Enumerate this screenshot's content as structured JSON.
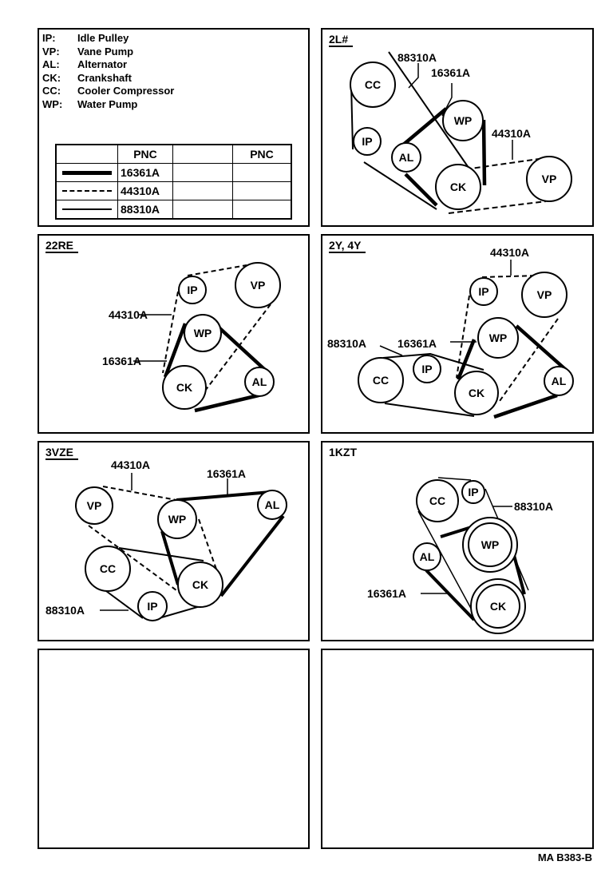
{
  "legend": {
    "abbreviations": [
      {
        "code": "IP:",
        "name": "Idle Pulley"
      },
      {
        "code": "VP:",
        "name": "Vane Pump"
      },
      {
        "code": "AL:",
        "name": "Alternator"
      },
      {
        "code": "CK:",
        "name": "Crankshaft"
      },
      {
        "code": "CC:",
        "name": "Cooler Compressor"
      },
      {
        "code": "WP:",
        "name": "Water Pump"
      }
    ],
    "table": {
      "headers": [
        "",
        "PNC",
        "",
        "PNC"
      ],
      "rows": [
        {
          "line_style": "heavy-solid",
          "pnc": "16361A",
          "col3": "",
          "col4": ""
        },
        {
          "line_style": "dashed",
          "pnc": "44310A",
          "col3": "",
          "col4": ""
        },
        {
          "line_style": "thin-solid",
          "pnc": "88310A",
          "col3": "",
          "col4": ""
        }
      ]
    }
  },
  "panels": {
    "p2l": {
      "title": "2L#",
      "labels": {
        "cc": "CC",
        "ip": "IP",
        "al": "AL",
        "wp": "WP",
        "ck": "CK",
        "vp": "VP"
      },
      "callouts": {
        "a": "88310A",
        "b": "16361A",
        "c": "44310A"
      }
    },
    "p22re": {
      "title": "22RE",
      "labels": {
        "ip": "IP",
        "vp": "VP",
        "wp": "WP",
        "ck": "CK",
        "al": "AL"
      },
      "callouts": {
        "a": "44310A",
        "b": "16361A"
      }
    },
    "p2y4y": {
      "title": "2Y, 4Y",
      "labels": {
        "ip1": "IP",
        "vp": "VP",
        "wp": "WP",
        "cc": "CC",
        "ip2": "IP",
        "ck": "CK",
        "al": "AL"
      },
      "callouts": {
        "a": "44310A",
        "b": "88310A",
        "c": "16361A"
      }
    },
    "p3vze": {
      "title": "3VZE",
      "labels": {
        "vp": "VP",
        "wp": "WP",
        "al": "AL",
        "cc": "CC",
        "ck": "CK",
        "ip": "IP"
      },
      "callouts": {
        "a": "44310A",
        "b": "16361A",
        "c": "88310A"
      }
    },
    "p1kzt": {
      "title": "1KZT",
      "labels": {
        "cc": "CC",
        "ip": "IP",
        "wp": "WP",
        "al": "AL",
        "ck": "CK"
      },
      "callouts": {
        "a": "88310A",
        "b": "16361A"
      }
    },
    "empty1": {},
    "empty2": {}
  },
  "footer": {
    "code": "MA B383-B"
  }
}
